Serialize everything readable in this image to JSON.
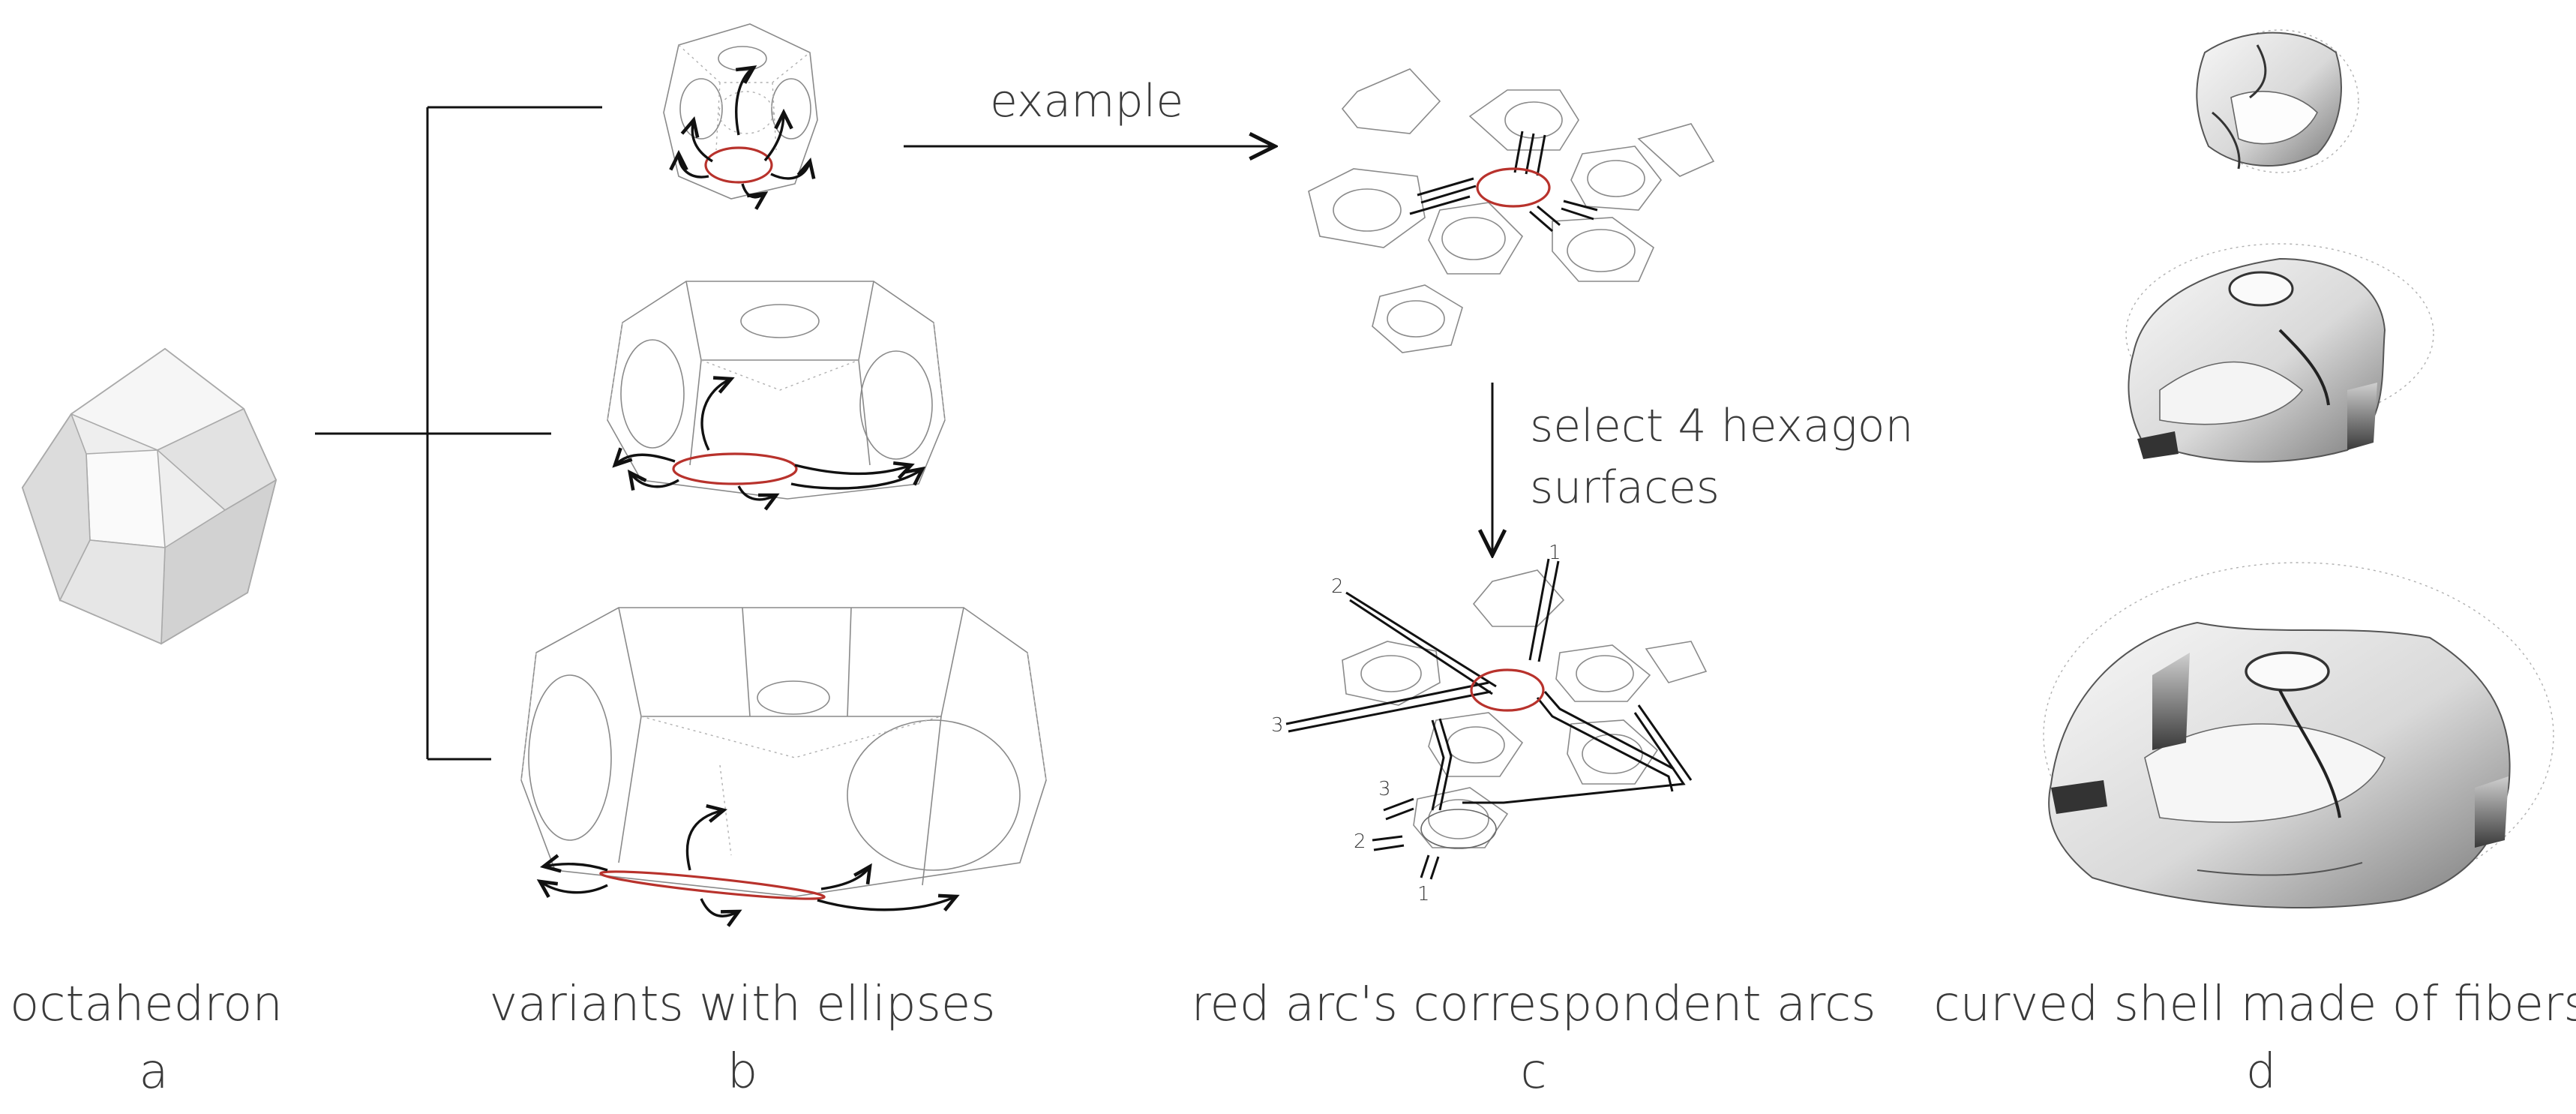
{
  "labels": {
    "a_title": "octahedron",
    "a_letter": "a",
    "b_title": "variants with ellipses",
    "b_letter": "b",
    "c_title": "red arc's correspondent arcs",
    "c_letter": "c",
    "d_title": "curved shell made of fibers",
    "d_letter": "d"
  },
  "annotations": {
    "example": "example",
    "select_line1": "select 4 hexagon",
    "select_line2": "surfaces",
    "num_1_top": "1",
    "num_2_top": "2",
    "num_3_top": "3",
    "num_3_bottom": "3",
    "num_2_bottom": "2",
    "num_1_bottom": "1"
  },
  "colors": {
    "accent_red": "#b8322c",
    "line": "#111111",
    "shape_fill": "#ececec"
  }
}
